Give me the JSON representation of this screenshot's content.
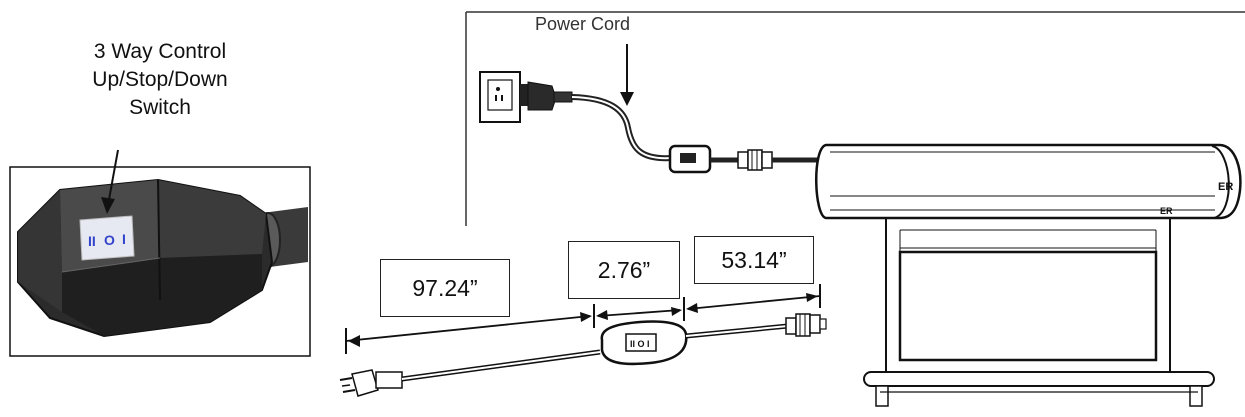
{
  "switch_caption": {
    "line1": "3 Way Control",
    "line2": "Up/Stop/Down",
    "line3": "Switch"
  },
  "power_cord_label": "Power Cord",
  "dimensions": {
    "cord_to_plug": "97.24”",
    "switch_box": "2.76”",
    "cord_to_connector": "53.14”"
  },
  "colors": {
    "line": "#111111",
    "switch_symbols": "#3344cc"
  }
}
